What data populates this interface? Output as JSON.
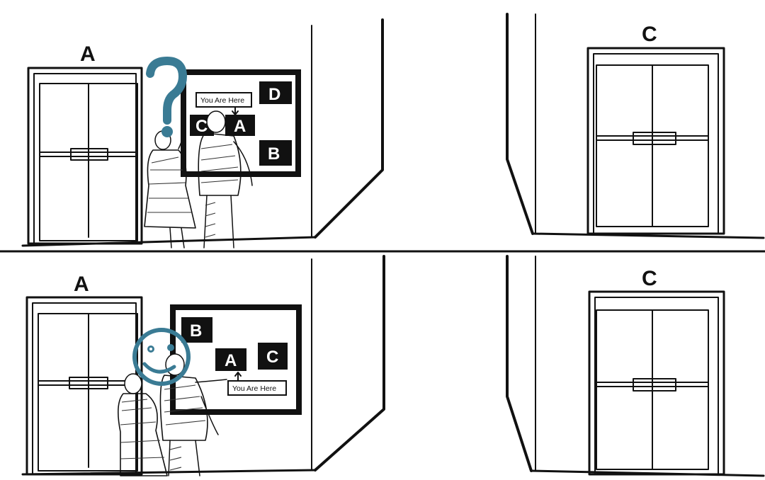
{
  "scene": {
    "doors": {
      "left": "A",
      "right": "C"
    },
    "you_are_here": "You Are Here",
    "top_panel": {
      "signs": [
        "D",
        "C",
        "A",
        "B"
      ],
      "reaction_symbol": "question-mark"
    },
    "bottom_panel": {
      "signs": [
        "B",
        "A",
        "C"
      ],
      "reaction_symbol": "smiley-face"
    },
    "colors": {
      "ink": "#111111",
      "accent": "#3a7b94",
      "background": "#ffffff"
    }
  }
}
